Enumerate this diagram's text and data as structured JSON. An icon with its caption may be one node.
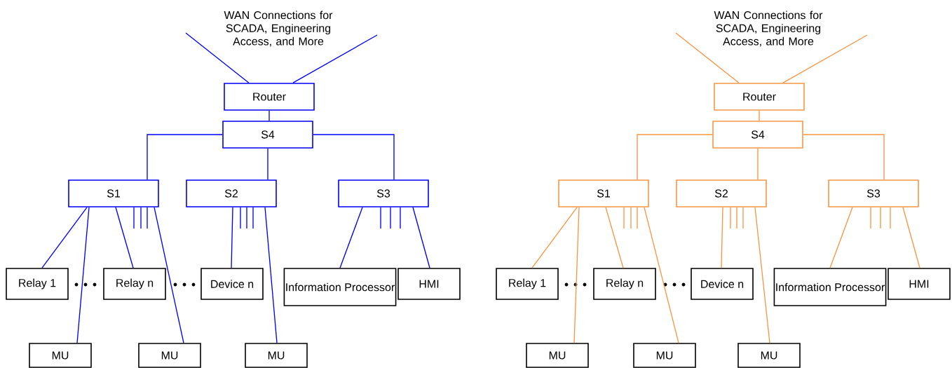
{
  "diagram": {
    "nodes": [
      {
        "text": [
          "Router"
        ]
      },
      {
        "text": [
          "S4"
        ]
      },
      {
        "text": [
          "S1"
        ]
      },
      {
        "text": [
          "S2"
        ]
      },
      {
        "text": [
          "S3"
        ]
      },
      {
        "text": [
          "Relay 1"
        ]
      },
      {
        "text": [
          "Relay n"
        ]
      },
      {
        "text": [
          "Device n"
        ]
      },
      {
        "text": [
          "Information Processor"
        ]
      },
      {
        "text": [
          "HMI"
        ]
      },
      {
        "text": [
          "MU"
        ]
      },
      {
        "text": [
          "MU"
        ]
      },
      {
        "text": [
          "MU"
        ]
      },
      {
        "text": [
          "Router"
        ]
      },
      {
        "text": [
          "S4"
        ]
      },
      {
        "text": [
          "S1"
        ]
      },
      {
        "text": [
          "S2"
        ]
      },
      {
        "text": [
          "S3"
        ]
      },
      {
        "text": [
          "Relay 1"
        ]
      },
      {
        "text": [
          "Relay n"
        ]
      },
      {
        "text": [
          "Device n"
        ]
      },
      {
        "text": [
          "Information Processor"
        ]
      },
      {
        "text": [
          "HMI"
        ]
      },
      {
        "text": [
          "MU"
        ]
      },
      {
        "text": [
          "MU"
        ]
      },
      {
        "text": [
          "MU"
        ]
      }
    ],
    "edges": [
      {
        "from": null,
        "to": 0,
        "arrow": "none",
        "color": "#0000ff"
      },
      {
        "from": null,
        "to": 0,
        "arrow": "none",
        "color": "#0000ff"
      },
      {
        "from": 0,
        "to": 1,
        "arrow": "none",
        "color": "#0000ff"
      },
      {
        "from": 1,
        "to": 2,
        "arrow": "none",
        "color": "#0000ff"
      },
      {
        "from": 1,
        "to": 3,
        "arrow": "none",
        "color": "#0000ff"
      },
      {
        "from": 1,
        "to": 4,
        "arrow": "none",
        "color": "#0000ff"
      },
      {
        "from": 2,
        "to": 5,
        "arrow": "none",
        "color": "#0000ff"
      },
      {
        "from": 2,
        "to": 10,
        "arrow": "none",
        "color": "#0000ff"
      },
      {
        "from": 2,
        "to": 6,
        "arrow": "none",
        "color": "#0000ff"
      },
      {
        "from": 2,
        "to": 11,
        "arrow": "none",
        "color": "#0000ff"
      },
      {
        "from": 2,
        "to": null,
        "arrow": "none",
        "color": "#0000ff"
      },
      {
        "from": 2,
        "to": null,
        "arrow": "none",
        "color": "#0000ff"
      },
      {
        "from": 2,
        "to": null,
        "arrow": "none",
        "color": "#0000ff"
      },
      {
        "from": 3,
        "to": 7,
        "arrow": "none",
        "color": "#0000ff"
      },
      {
        "from": 3,
        "to": 12,
        "arrow": "none",
        "color": "#0000ff"
      },
      {
        "from": 3,
        "to": null,
        "arrow": "none",
        "color": "#0000ff"
      },
      {
        "from": 3,
        "to": null,
        "arrow": "none",
        "color": "#0000ff"
      },
      {
        "from": 3,
        "to": null,
        "arrow": "none",
        "color": "#0000ff"
      },
      {
        "from": 4,
        "to": 8,
        "arrow": "none",
        "color": "#0000ff"
      },
      {
        "from": 4,
        "to": null,
        "arrow": "none",
        "color": "#0000ff"
      },
      {
        "from": 4,
        "to": null,
        "arrow": "none",
        "color": "#0000ff"
      },
      {
        "from": 4,
        "to": null,
        "arrow": "none",
        "color": "#0000ff"
      },
      {
        "from": 4,
        "to": 9,
        "arrow": "none",
        "color": "#0000ff"
      },
      {
        "from": null,
        "to": 13,
        "arrow": "none",
        "color": "#f79646"
      },
      {
        "from": null,
        "to": 13,
        "arrow": "none",
        "color": "#f79646"
      },
      {
        "from": 13,
        "to": 14,
        "arrow": "none",
        "color": "#f79646"
      },
      {
        "from": 14,
        "to": 15,
        "arrow": "none",
        "color": "#f79646"
      },
      {
        "from": 14,
        "to": 16,
        "arrow": "none",
        "color": "#f79646"
      },
      {
        "from": 14,
        "to": 17,
        "arrow": "none",
        "color": "#f79646"
      },
      {
        "from": 15,
        "to": 18,
        "arrow": "none",
        "color": "#f79646"
      },
      {
        "from": 15,
        "to": 23,
        "arrow": "none",
        "color": "#f79646"
      },
      {
        "from": 15,
        "to": 19,
        "arrow": "none",
        "color": "#f79646"
      },
      {
        "from": 15,
        "to": 24,
        "arrow": "none",
        "color": "#f79646"
      },
      {
        "from": 15,
        "to": null,
        "arrow": "none",
        "color": "#f79646"
      },
      {
        "from": 15,
        "to": null,
        "arrow": "none",
        "color": "#f79646"
      },
      {
        "from": 15,
        "to": null,
        "arrow": "none",
        "color": "#f79646"
      },
      {
        "from": 16,
        "to": 20,
        "arrow": "none",
        "color": "#f79646"
      },
      {
        "from": 16,
        "to": 25,
        "arrow": "none",
        "color": "#f79646"
      },
      {
        "from": 16,
        "to": null,
        "arrow": "none",
        "color": "#f79646"
      },
      {
        "from": 16,
        "to": null,
        "arrow": "none",
        "color": "#f79646"
      },
      {
        "from": 16,
        "to": null,
        "arrow": "none",
        "color": "#f79646"
      },
      {
        "from": 17,
        "to": 21,
        "arrow": "none",
        "color": "#f79646"
      },
      {
        "from": 17,
        "to": null,
        "arrow": "none",
        "color": "#f79646"
      },
      {
        "from": 17,
        "to": null,
        "arrow": "none",
        "color": "#f79646"
      },
      {
        "from": 17,
        "to": null,
        "arrow": "none",
        "color": "#f79646"
      },
      {
        "from": 17,
        "to": 22,
        "arrow": "none",
        "color": "#f79646"
      }
    ],
    "labels": [
      "WAN Connections for SCADA, Engineering Access, and More",
      "WAN Connections for SCADA, Engineering Access, and More"
    ]
  }
}
